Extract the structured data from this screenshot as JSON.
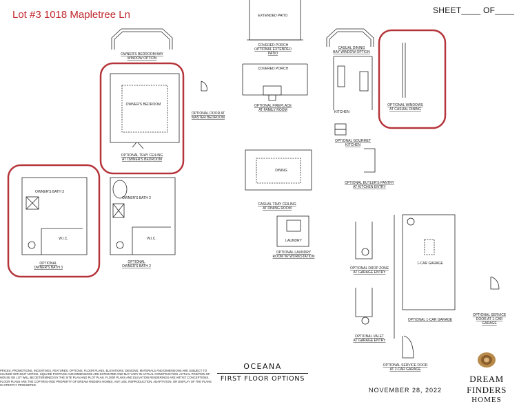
{
  "header": {
    "lot": "Lot #3  1018 Mapletree Ln",
    "sheet": "SHEET____ OF____"
  },
  "rooms": {
    "extended_patio": "EXTENDED PATIO",
    "owners_bedroom_bay": "OWNER'S BEDROOM BAY",
    "owners_bedroom": "OWNER'S BEDROOM",
    "casual_dining": "CASUAL DINING",
    "kitchen": "KITCHEN",
    "covered_porch": "COVERED PORCH",
    "dining": "DINING",
    "laundry": "LAUNDRY",
    "owners_bath_3": "OWNER'S BATH 3",
    "owners_bath_2": "OWNER'S BATH 2",
    "wic": "W.I.C.",
    "garage": "1-CAR GARAGE"
  },
  "options": {
    "owners_bedroom_bay_window": [
      "OWNER'S BEDROOM BAY",
      "WINDOW OPTION"
    ],
    "covered_porch_opt": [
      "COVERED PORCH",
      "OPTIONAL EXTENDED",
      "PATIO"
    ],
    "casual_dining_bay": [
      "CASUAL DINING",
      "BAY WINDOW OPTION"
    ],
    "door_master": [
      "OPTIONAL DOOR AT",
      "MASTER BEDROOM"
    ],
    "fireplace": [
      "OPTIONAL FIREPLACE",
      "AT FAMILY ROOM"
    ],
    "window_casual": [
      "OPTIONAL WINDOWS",
      "AT CASUAL DINING"
    ],
    "tray_owners": [
      "OPTIONAL TRAY CEILING",
      "AT OWNER'S BEDROOM"
    ],
    "gourmet": [
      "OPTIONAL GOURMET",
      "KITCHEN"
    ],
    "butlers": [
      "OPTIONAL BUTLER'S PANTRY",
      "AT KITCHEN ENTRY"
    ],
    "casual_tray": [
      "CASUAL TRAY CEILING",
      "AT DINING ROOM"
    ],
    "laundry_opt": [
      "OPTIONAL LAUNDRY",
      "ROOM W/ WORKSTATION"
    ],
    "bath3": [
      "OPTIONAL",
      "OWNER'S BATH 3"
    ],
    "bath2": [
      "OPTIONAL",
      "OWNER'S BATH 2"
    ],
    "drop_zone": [
      "OPTIONAL DROP ZONE",
      "AT GARAGE ENTRY"
    ],
    "service_door_1": [
      "OPTIONAL SERVICE",
      "DOOR AT 1-CAR",
      "GARAGE"
    ],
    "one_car": [
      "OPTIONAL 1-CAR GARAGE"
    ],
    "valet": [
      "OPTIONAL VALET",
      "AT GARAGE ENTRY"
    ],
    "service_door_2": [
      "OPTIONAL SERVICE DOOR",
      "AT 2-CAR GARAGE"
    ]
  },
  "footer": {
    "disclaimer": "PRICES, PROMOTIONS, INCENTIVES, FEATURES, OPTIONS, FLOOR PLANS, ELEVATIONS, DESIGNS, MATERIALS AND DIMENSIONS ARE SUBJECT TO CHANGE WITHOUT NOTICE. SQUARE FOOTAGE AND DIMENSIONS ARE ESTIMATED AND MAY VARY IN ACTUAL CONSTRUCTION. ACTUAL POSITION OF HOUSE ON LOT WILL BE DETERMINED BY THE SITE PLAN AND PLOT PLAN. FLOOR PLANS AND ELEVATION RENDERINGS ARE ARTIST CONCEPTIONS. FLOOR PLANS ARE THE COPYRIGHTED PROPERTY OF DREAM FINDERS HOMES. ANY USE, REPRODUCTION, ADAPTATION, OR DISPLAY OF THE PLANS IS STRICTLY PROHIBITED.",
    "series_name": "OCEANA",
    "series_sub": "FIRST FLOOR OPTIONS",
    "date": "NOVEMBER 28, 2022",
    "brand_line1": "DREAM FINDERS",
    "brand_line2": "HOMES"
  },
  "colors": {
    "highlight": "#b5343a",
    "line": "#222222"
  }
}
